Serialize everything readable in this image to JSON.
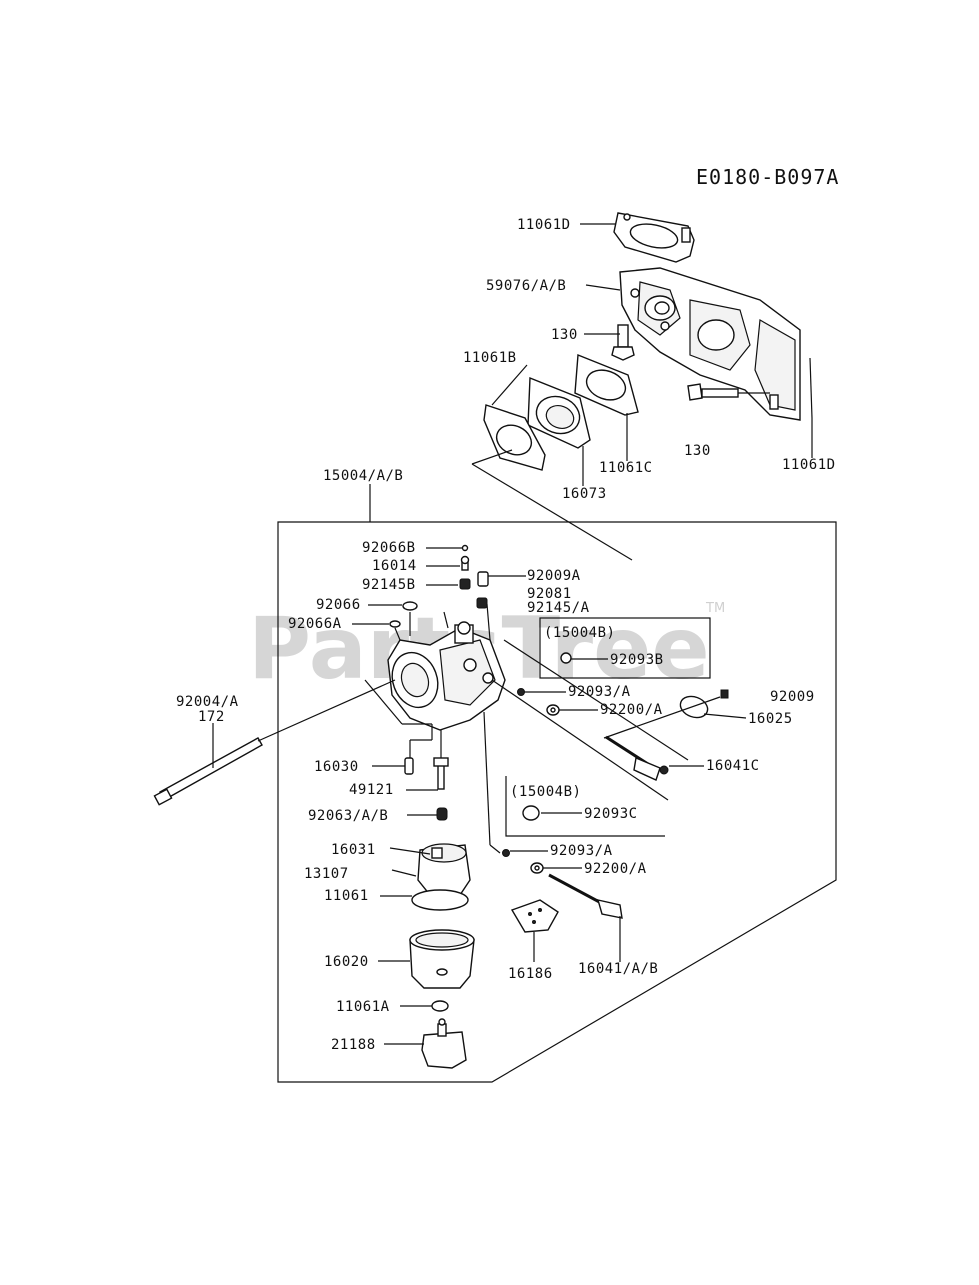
{
  "diagram": {
    "code": "E0180-B097A",
    "watermark": "PartsTree",
    "trademark": "TM"
  },
  "labels": {
    "l_11061D_top": "11061D",
    "l_59076": "59076/A/B",
    "l_130_top": "130",
    "l_11061B": "11061B",
    "l_11061C": "11061C",
    "l_16073": "16073",
    "l_130_right": "130",
    "l_11061D_right": "11061D",
    "l_15004": "15004/A/B",
    "l_92066B": "92066B",
    "l_16014": "16014",
    "l_92145B": "92145B",
    "l_92009A": "92009A",
    "l_92081": "92081",
    "l_92066": "92066",
    "l_92145A": "92145/A",
    "l_92066A": "92066A",
    "l_box1_title": "(15004B)",
    "l_92093B": "92093B",
    "l_92093A_1": "92093/A",
    "l_92009": "92009",
    "l_92200A_1": "92200/A",
    "l_16025": "16025",
    "l_92004": "92004/A",
    "l_172": "172",
    "l_16030": "16030",
    "l_16041C": "16041C",
    "l_49121": "49121",
    "l_box2_title": "(15004B)",
    "l_92063": "92063/A/B",
    "l_92093C": "92093C",
    "l_16031": "16031",
    "l_92093A_2": "92093/A",
    "l_13107": "13107",
    "l_92200A_2": "92200/A",
    "l_11061": "11061",
    "l_16020": "16020",
    "l_16186": "16186",
    "l_16041AB": "16041/A/B",
    "l_11061A": "11061A",
    "l_21188": "21188"
  }
}
